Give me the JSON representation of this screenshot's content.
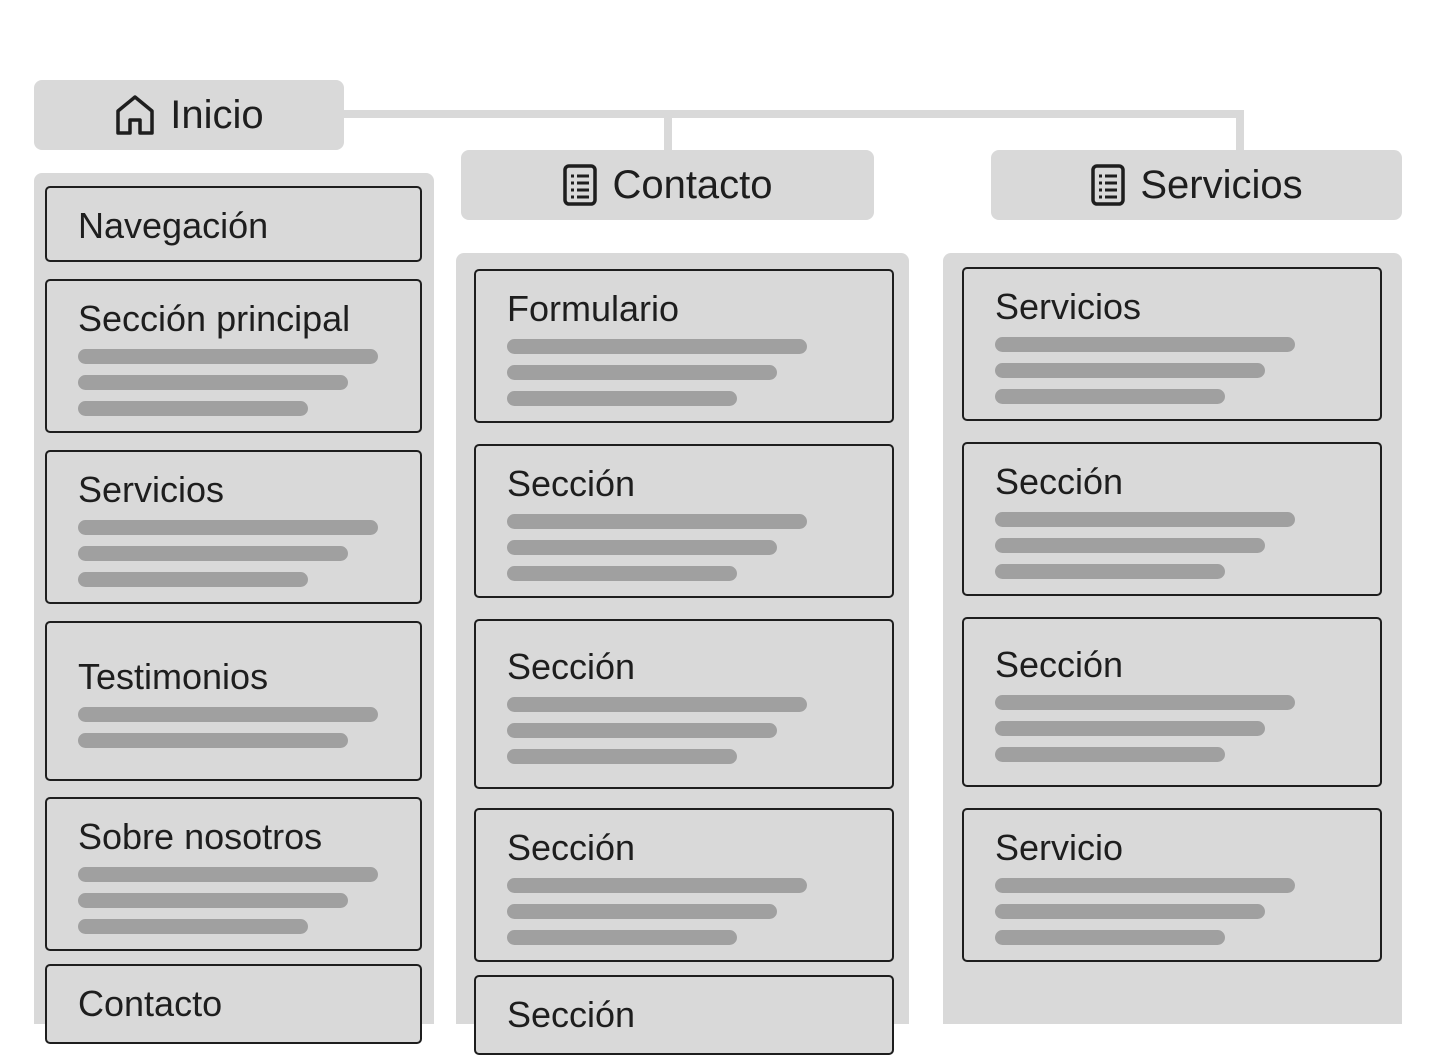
{
  "pages": {
    "inicio": {
      "label": "Inicio",
      "icon": "home-icon"
    },
    "contacto": {
      "label": "Contacto",
      "icon": "document-icon"
    },
    "servicios": {
      "label": "Servicios",
      "icon": "document-icon"
    }
  },
  "inicio_sections": [
    {
      "title": "Navegación",
      "lines": 0
    },
    {
      "title": "Sección principal",
      "lines": 3
    },
    {
      "title": "Servicios",
      "lines": 3
    },
    {
      "title": "Testimonios",
      "lines": 2
    },
    {
      "title": "Sobre nosotros",
      "lines": 3
    },
    {
      "title": "Contacto",
      "lines": 0
    }
  ],
  "contacto_sections": [
    {
      "title": "Formulario",
      "lines": 3
    },
    {
      "title": "Sección",
      "lines": 3
    },
    {
      "title": "Sección",
      "lines": 3
    },
    {
      "title": "Sección",
      "lines": 3
    },
    {
      "title": "Sección",
      "lines": 0
    }
  ],
  "servicios_sections": [
    {
      "title": "Servicios",
      "lines": 3
    },
    {
      "title": "Sección",
      "lines": 3
    },
    {
      "title": "Sección",
      "lines": 3
    },
    {
      "title": "Servicio",
      "lines": 3
    }
  ],
  "colors": {
    "block": "#d9d9d9",
    "placeholder_line": "#a0a0a0",
    "border": "#1e1e1e"
  }
}
